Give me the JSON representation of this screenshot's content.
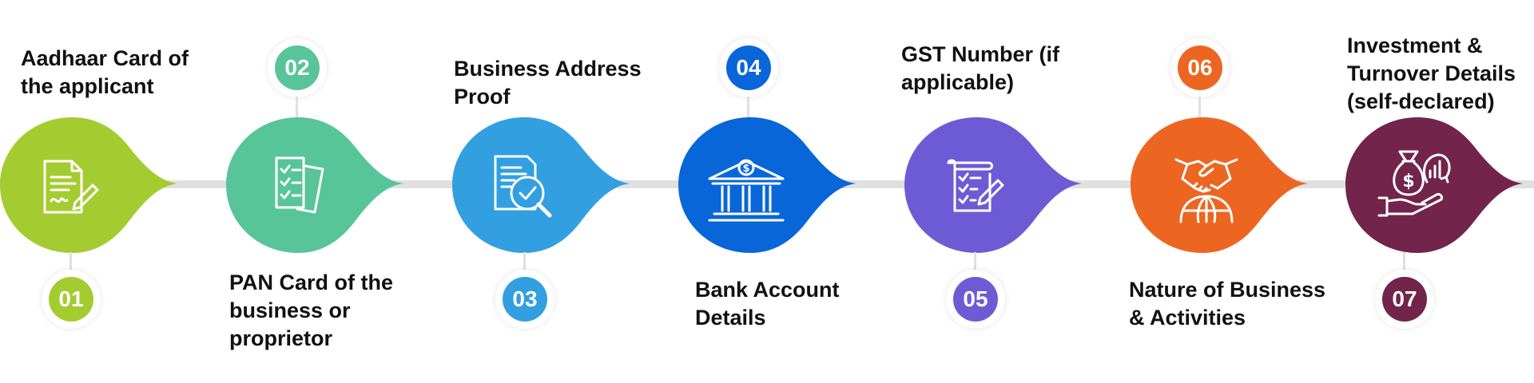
{
  "steps": [
    {
      "number": "01",
      "label": "Aadhaar Card of the applicant",
      "color": "#a4cc31",
      "icon": "signed-document-icon"
    },
    {
      "number": "02",
      "label": "PAN Card of the business or proprietor",
      "color": "#58c49a",
      "icon": "checklist-clipboard-icon"
    },
    {
      "number": "03",
      "label": "Business Address Proof",
      "color": "#329fe1",
      "icon": "document-verification-icon"
    },
    {
      "number": "04",
      "label": "Bank Account Details",
      "color": "#0866d9",
      "icon": "bank-building-icon"
    },
    {
      "number": "05",
      "label": "GST Number (if applicable)",
      "color": "#6d5bd6",
      "icon": "checklist-scroll-icon"
    },
    {
      "number": "06",
      "label": "Nature of Business & Activities",
      "color": "#ec6622",
      "icon": "handshake-globe-icon"
    },
    {
      "number": "07",
      "label": "Investment & Turnover Details (self-declared)",
      "color": "#72244a",
      "icon": "money-bag-growth-icon"
    }
  ]
}
